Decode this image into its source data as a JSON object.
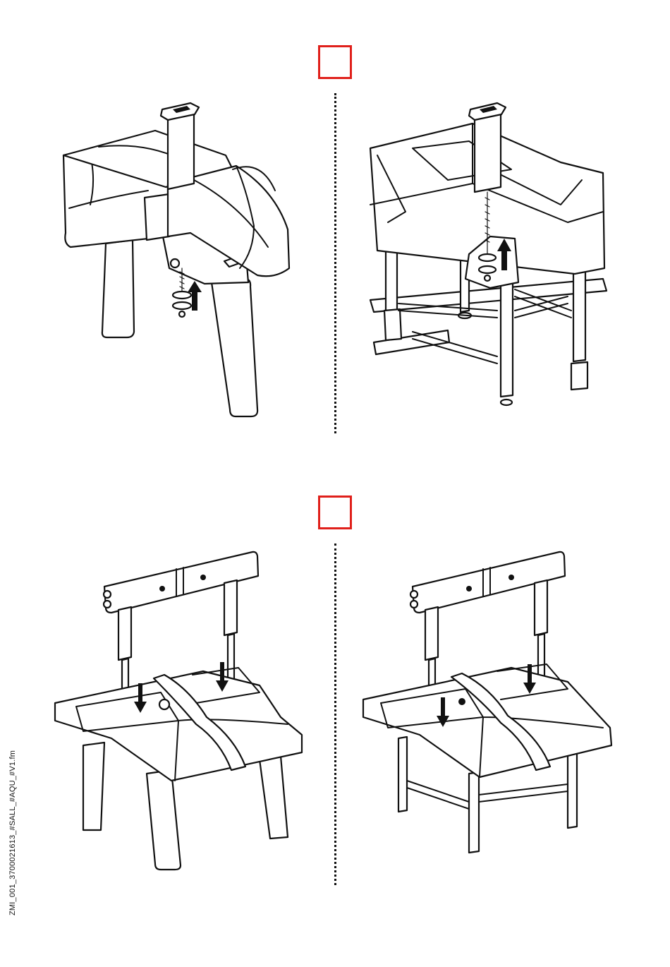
{
  "document": {
    "side_code": "ZMI_001_3700021613_#SALL_#AQU_#V1.fm"
  },
  "colors": {
    "step_box": "#e0201b",
    "line_art": "#111111",
    "background": "#ffffff"
  },
  "steps": [
    {
      "box": "empty",
      "icon": "red-square-step-marker"
    },
    {
      "box": "empty",
      "icon": "red-square-step-marker"
    }
  ],
  "illustrations": [
    {
      "id": "plastic-sink-leg-assembly",
      "icon": "assembly-drawing"
    },
    {
      "id": "steel-frame-leg-assembly",
      "icon": "assembly-drawing"
    },
    {
      "id": "plastic-sink-backrail-mount",
      "icon": "assembly-drawing"
    },
    {
      "id": "steel-frame-backrail-mount",
      "icon": "assembly-drawing"
    }
  ]
}
